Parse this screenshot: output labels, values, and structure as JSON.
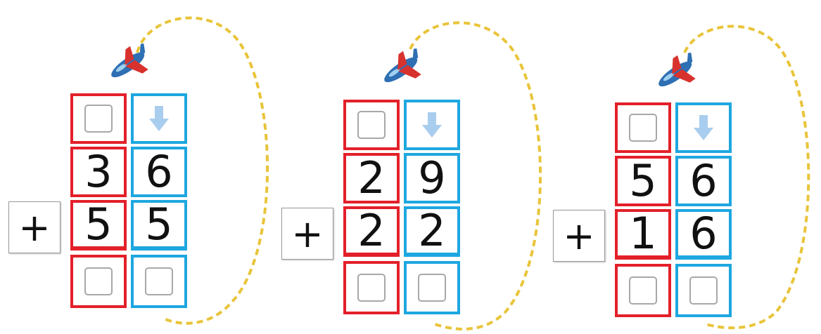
{
  "operator": "+",
  "colors": {
    "tens": "#e3202a",
    "ones": "#1ea7e0",
    "orbit": "#e9c43a",
    "plane_body": "#2f6fb3",
    "plane_wing": "#d8322e"
  },
  "icons": {
    "carry_arrow": "down-arrow-icon",
    "plane": "airplane-icon"
  },
  "problems": [
    {
      "top": {
        "tens": "3",
        "ones": "6"
      },
      "bottom": {
        "tens": "5",
        "ones": "5"
      }
    },
    {
      "top": {
        "tens": "2",
        "ones": "9"
      },
      "bottom": {
        "tens": "2",
        "ones": "2"
      }
    },
    {
      "top": {
        "tens": "5",
        "ones": "6"
      },
      "bottom": {
        "tens": "1",
        "ones": "6"
      }
    }
  ]
}
